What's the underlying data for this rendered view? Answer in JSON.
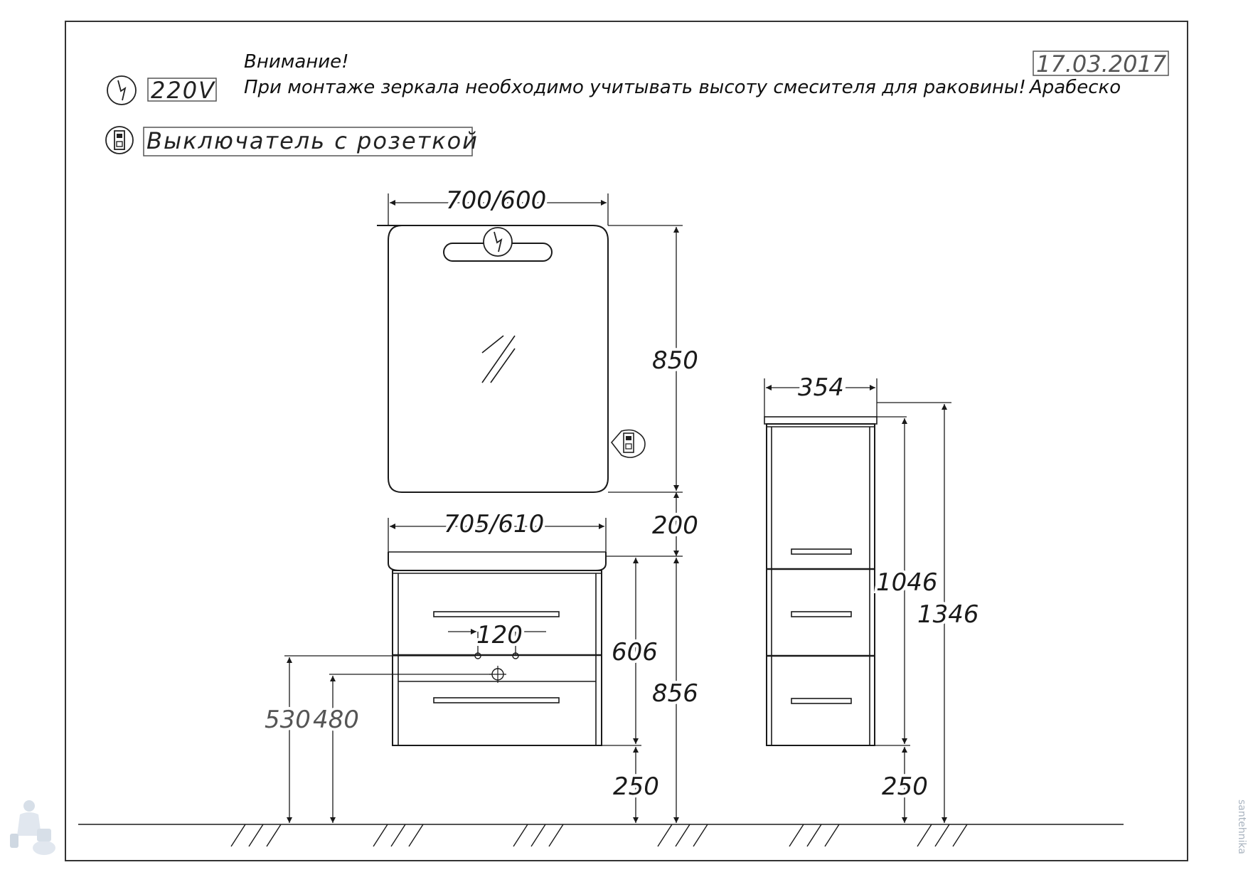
{
  "header": {
    "attention": "Внимание!",
    "warning": "При монтаже зеркала необходимо учитывать высоту смесителя для раковины!",
    "product": "Арабеско",
    "date": "17.03.2017"
  },
  "legend": {
    "voltage": "220V",
    "switch_label": "Выключатель с розеткой"
  },
  "dimensions": {
    "mirror_width": "700/600",
    "mirror_height": "850",
    "gap": "200",
    "vanity_width": "705/610",
    "faucet_spacing": "120",
    "vanity_height": "606",
    "vanity_top_height": "856",
    "pipe_height_1": "530",
    "pipe_height_2": "480",
    "vanity_floor_gap": "250",
    "cabinet_width": "354",
    "cabinet_body_height": "1046",
    "cabinet_top_height": "1346",
    "cabinet_floor_gap": "250"
  },
  "watermark": "santehnika",
  "colors": {
    "line": "#1a1a1a",
    "frame": "#333333",
    "watermark": "#b8c6d6"
  }
}
